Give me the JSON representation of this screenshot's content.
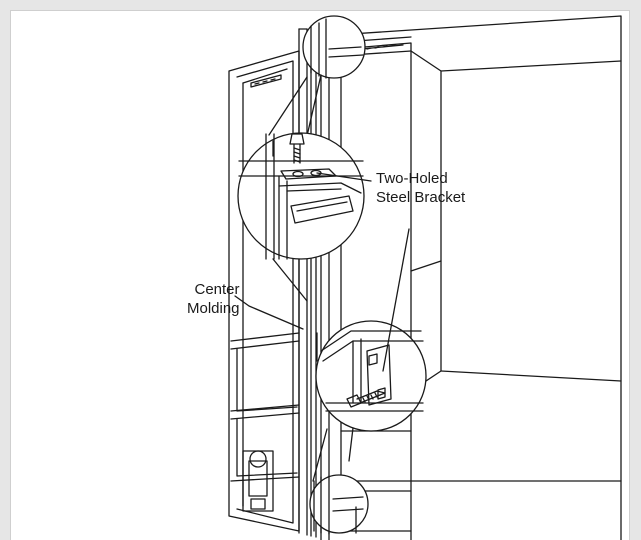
{
  "diagram": {
    "callouts": [
      {
        "id": "bracket",
        "lines": [
          "Two-Holed",
          "Steel Bracket"
        ]
      },
      {
        "id": "molding",
        "lines": [
          "Center",
          "Molding"
        ]
      }
    ],
    "colors": {
      "ink": "#1a1a1a",
      "panel": "#ffffff",
      "frame": "#cfcfcf"
    }
  }
}
